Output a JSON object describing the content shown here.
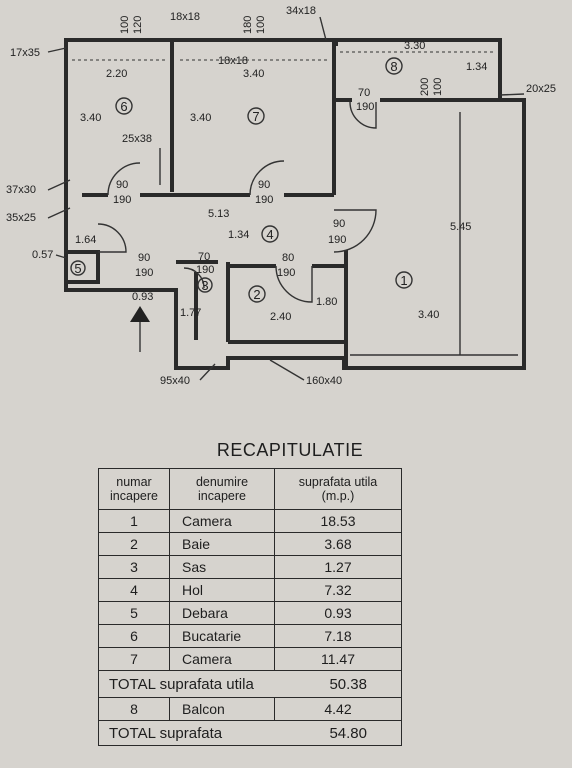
{
  "plan": {
    "rooms": [
      {
        "id": "r1",
        "label": "1"
      },
      {
        "id": "r2",
        "label": "2"
      },
      {
        "id": "r3",
        "label": "3"
      },
      {
        "id": "r4",
        "label": "4"
      },
      {
        "id": "r5",
        "label": "5"
      },
      {
        "id": "r6",
        "label": "6"
      },
      {
        "id": "r7",
        "label": "7"
      },
      {
        "id": "r8",
        "label": "8"
      }
    ],
    "dimensions": {
      "d_17x35": "17x35",
      "d_100a": "100",
      "d_120": "120",
      "d_18x18a": "18x18",
      "d_180": "180",
      "d_100b": "100",
      "d_34x18": "34x18",
      "d_330": "3.30",
      "d_134": "1.34",
      "d_220": "2.20",
      "d_18x18b": "18x18",
      "d_340a": "3.40",
      "d_20x25": "20x25",
      "d_70a": "70",
      "d_190a": "190",
      "d_200": "200",
      "d_100c": "100",
      "d_340b": "3.40",
      "d_340c": "3.40",
      "d_25x38": "25x38",
      "d_37x30": "37x30",
      "d_90a": "90",
      "d_190b": "190",
      "d_90b": "90",
      "d_190c": "190",
      "d_35x25": "35x25",
      "d_513": "5.13",
      "d_90c": "90",
      "d_190d": "190",
      "d_545": "5.45",
      "d_164": "1.64",
      "d_134b": "1.34",
      "d_057": "0.57",
      "d_90d": "90",
      "d_190e": "190",
      "d_70b": "70",
      "d_190f": "190",
      "d_80": "80",
      "d_190g": "190",
      "d_093": "0.93",
      "d_180b": "1.80",
      "d_177": "1.77",
      "d_240": "2.40",
      "d_340d": "3.40",
      "d_95x40": "95x40",
      "d_160x40": "160x40"
    }
  },
  "recap": {
    "title": "RECAPITULATIE",
    "headers": [
      "numar\nincapere",
      "denumire\nincapere",
      "suprafata utila\n(m.p.)"
    ],
    "rows": [
      {
        "num": "1",
        "name": "Camera",
        "area": "18.53"
      },
      {
        "num": "2",
        "name": "Baie",
        "area": "3.68"
      },
      {
        "num": "3",
        "name": "Sas",
        "area": "1.27"
      },
      {
        "num": "4",
        "name": "Hol",
        "area": "7.32"
      },
      {
        "num": "5",
        "name": "Debara",
        "area": "0.93"
      },
      {
        "num": "6",
        "name": "Bucatarie",
        "area": "7.18"
      },
      {
        "num": "7",
        "name": "Camera",
        "area": "11.47"
      }
    ],
    "total_util_label": "TOTAL  suprafata utila",
    "total_util_value": "50.38",
    "balcon": {
      "num": "8",
      "name": "Balcon",
      "area": "4.42"
    },
    "total_label": "TOTAL  suprafata",
    "total_value": "54.80"
  }
}
